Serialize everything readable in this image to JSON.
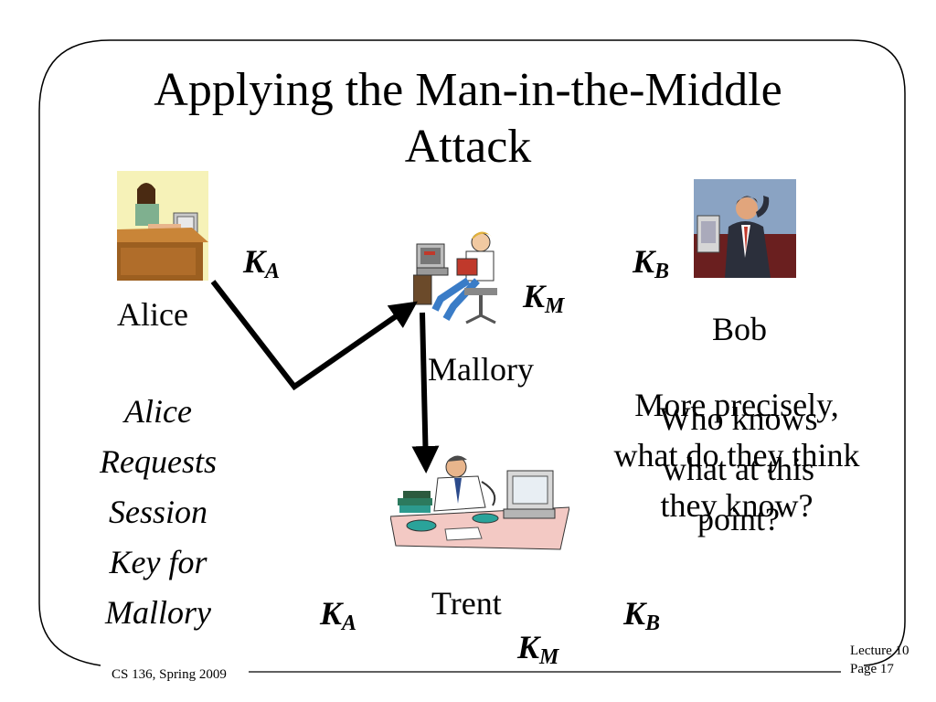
{
  "slide": {
    "title_line1": "Applying the Man-in-the-Middle",
    "title_line2": "Attack"
  },
  "people": {
    "alice": "Alice",
    "bob": "Bob",
    "mallory": "Mallory",
    "trent": "Trent"
  },
  "keys": {
    "letter": "K",
    "a": "A",
    "b": "B",
    "m": "M"
  },
  "request_text": [
    "Alice",
    "Requests",
    "Session",
    "Key for",
    "Mallory"
  ],
  "note_more_precisely": [
    "More precisely,",
    "what do they think",
    "they know?"
  ],
  "note_who_knows": [
    "Who knows",
    "what at this",
    "point?"
  ],
  "footer": {
    "course": "CS 136, Spring 2009",
    "lecture": "Lecture 10",
    "page": "Page 17"
  },
  "icons": {
    "alice": "person-at-desk-clipart",
    "bob": "businessman-on-phone-clipart",
    "mallory": "man-with-computer-clipart",
    "trent": "busy-office-worker-clipart"
  }
}
